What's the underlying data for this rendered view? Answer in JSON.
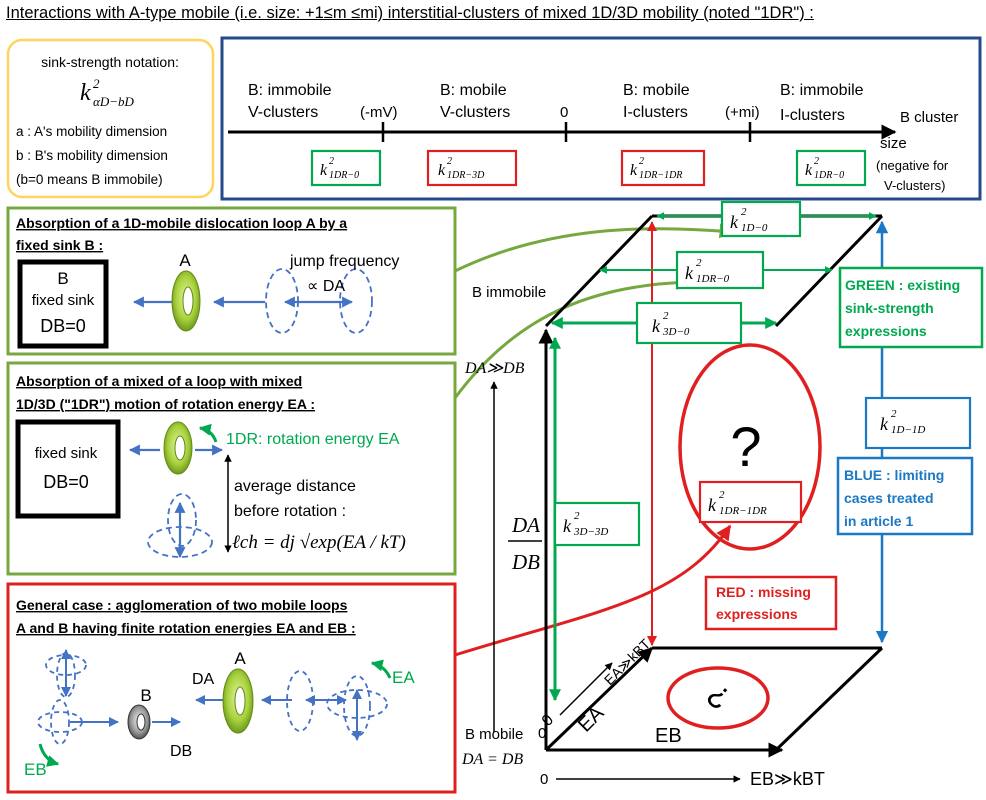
{
  "title": "Interactions with A-type mobile (i.e. size: +1≤m ≤mi) interstitial-clusters of mixed 1D/3D mobility (noted \"1DR\") :",
  "notation": {
    "label": "sink-strength notation:",
    "symbol": "k²αD−bD",
    "a": "a : A's mobility dimension",
    "b": "b : B's mobility dimension",
    "b0": "(b=0 means B immobile)"
  },
  "axis": {
    "region1": [
      "B: immobile",
      "V-clusters"
    ],
    "mv": "(-mV)",
    "region2": [
      "B: mobile",
      "V-clusters"
    ],
    "zero": "0",
    "region3": [
      "B: mobile",
      "I-clusters"
    ],
    "mi": "(+mi)",
    "region4": [
      "B: immobile",
      "I-clusters"
    ],
    "end": [
      "B cluster",
      "size",
      "(negative for",
      "V-clusters)"
    ],
    "labels": [
      "1DR−0",
      "1DR−3D",
      "1DR−1DR",
      "1DR−0"
    ]
  },
  "panel1": {
    "heading": [
      "Absorption of a 1D-mobile dislocation loop A by a",
      "fixed sink B :"
    ],
    "sink": [
      "B",
      "fixed sink",
      "DB=0"
    ],
    "loop": "A",
    "jump": [
      "jump frequency",
      "∝ DA"
    ]
  },
  "panel2": {
    "heading": [
      "Absorption of a mixed of a loop with mixed",
      "1D/3D (\"1DR\") motion of rotation energy EA :"
    ],
    "sink": [
      "fixed sink",
      "DB=0"
    ],
    "rot": "1DR: rotation energy EA",
    "dist": [
      "average distance",
      "before rotation :"
    ],
    "formula": "ℓch = dj √exp(EA / kT)"
  },
  "panel3": {
    "heading": [
      "General case : agglomeration of two mobile loops",
      "A and B having finite rotation energies EA and EB :"
    ],
    "A": "A",
    "B": "B",
    "DA": "DA",
    "DB": "DB",
    "EA": "EA",
    "EB": "EB"
  },
  "cube": {
    "b_immobile": "B immobile",
    "b_mobile": "B mobile",
    "da_gg": "DA≫DB",
    "da_eq": "DA = DB",
    "ratio_num": "DA",
    "ratio_den": "DB",
    "origin": "0",
    "ea_gg": "EA≫kBT",
    "ea": "EA",
    "eb": "EB",
    "eb_gg": "EB≫kBT",
    "eb_zero": "0",
    "question": "?",
    "labels": {
      "k1d0": "1D−0",
      "k1dr0": "1DR−0",
      "k3d0": "3D−0",
      "k3d3d": "3D−3D",
      "k1dr1dr": "1DR−1DR",
      "k1d1d": "1D−1D"
    }
  },
  "legend": {
    "green": [
      "GREEN : existing",
      "sink-strength",
      "expressions"
    ],
    "blue": [
      "BLUE : limiting",
      "cases treated",
      "in article 1"
    ],
    "red": [
      "RED : missing",
      "expressions"
    ]
  },
  "colors": {
    "green": "#00a94f",
    "red": "#e02020",
    "blue": "#1b78c4",
    "navy": "#254a8c",
    "yellow": "#ffd45c",
    "olive": "#77a83f",
    "loop": "#a8d13c",
    "dash": "#4472c4"
  }
}
